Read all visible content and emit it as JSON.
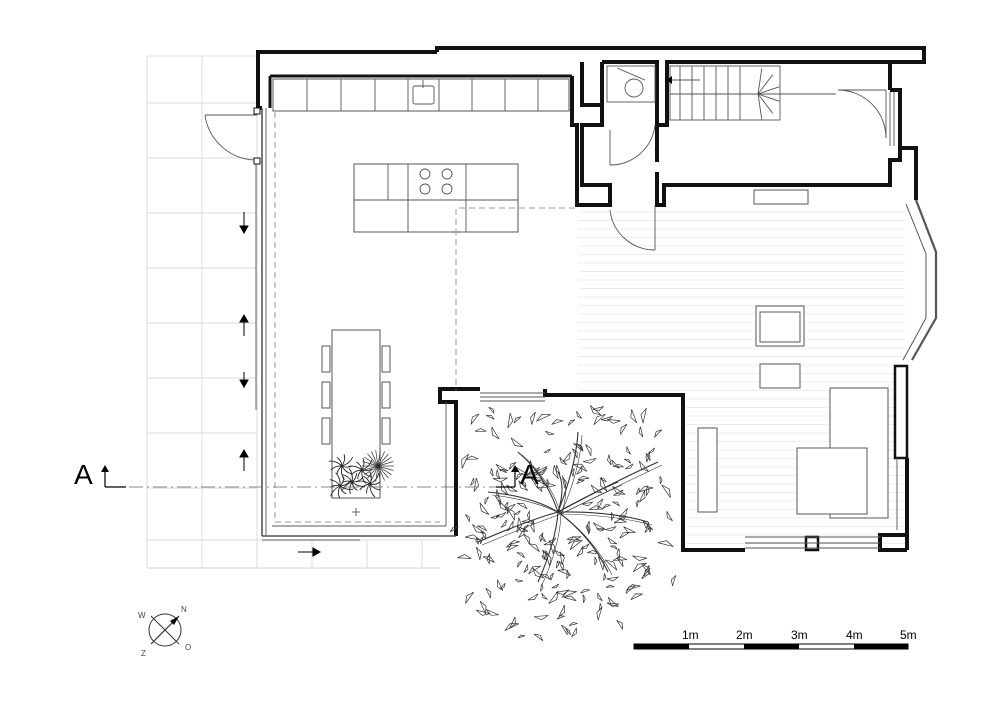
{
  "section_marks": {
    "left": "A",
    "right": "A"
  },
  "scale_bar": {
    "labels": [
      "1m",
      "2m",
      "3m",
      "4m",
      "5m"
    ]
  },
  "compass": {
    "letters": [
      "N",
      "O",
      "Z",
      "W"
    ]
  }
}
